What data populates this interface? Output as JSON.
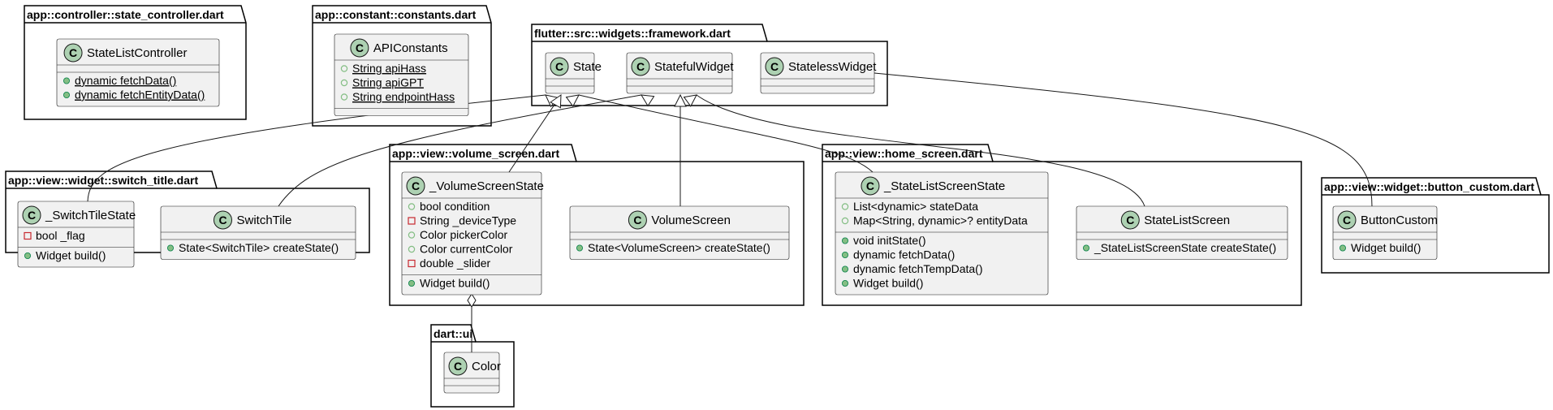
{
  "colors": {
    "class_fill": "#F1F1F1",
    "class_border": "#181818",
    "class_icon": "#ADD1B2",
    "public_marker": "#84BE84",
    "private_marker": "#C82930",
    "package_fill": "#FFFFFF"
  },
  "packages": [
    {
      "id": "pkg_state_controller",
      "label": "app::controller::state_controller.dart"
    },
    {
      "id": "pkg_constants",
      "label": "app::constant::constants.dart"
    },
    {
      "id": "pkg_framework",
      "label": "flutter::src::widgets::framework.dart"
    },
    {
      "id": "pkg_switch_title",
      "label": "app::view::widget::switch_title.dart"
    },
    {
      "id": "pkg_volume_screen",
      "label": "app::view::volume_screen.dart"
    },
    {
      "id": "pkg_home_screen",
      "label": "app::view::home_screen.dart"
    },
    {
      "id": "pkg_button_custom",
      "label": "app::view::widget::button_custom.dart"
    },
    {
      "id": "pkg_dart_ui",
      "label": "dart::ui"
    }
  ],
  "classes": [
    {
      "id": "StateListController",
      "name": "StateListController",
      "icon": "C",
      "fields": [],
      "methods": [
        {
          "vis": "public",
          "text": "dynamic fetchData()",
          "static": true
        },
        {
          "vis": "public",
          "text": "dynamic fetchEntityData()",
          "static": true
        }
      ]
    },
    {
      "id": "APIConstants",
      "name": "APIConstants",
      "icon": "C",
      "fields": [
        {
          "vis": "public",
          "text": "String apiHass",
          "static": true
        },
        {
          "vis": "public",
          "text": "String apiGPT",
          "static": true
        },
        {
          "vis": "public",
          "text": "String endpointHass",
          "static": true
        }
      ],
      "methods": []
    },
    {
      "id": "State",
      "name": "State",
      "icon": "C",
      "fields": [],
      "methods": []
    },
    {
      "id": "StatefulWidget",
      "name": "StatefulWidget",
      "icon": "C",
      "fields": [],
      "methods": []
    },
    {
      "id": "StatelessWidget",
      "name": "StatelessWidget",
      "icon": "C",
      "fields": [],
      "methods": []
    },
    {
      "id": "_SwitchTileState",
      "name": "_SwitchTileState",
      "icon": "C",
      "fields": [
        {
          "vis": "private",
          "text": "bool _flag"
        }
      ],
      "methods": [
        {
          "vis": "public",
          "text": "Widget build()"
        }
      ]
    },
    {
      "id": "SwitchTile",
      "name": "SwitchTile",
      "icon": "C",
      "fields": [],
      "methods": [
        {
          "vis": "public",
          "text": "State<SwitchTile> createState()"
        }
      ]
    },
    {
      "id": "_VolumeScreenState",
      "name": "_VolumeScreenState",
      "icon": "C",
      "fields": [
        {
          "vis": "public",
          "text": "bool condition"
        },
        {
          "vis": "private",
          "text": "String _deviceType"
        },
        {
          "vis": "public",
          "text": "Color pickerColor"
        },
        {
          "vis": "public",
          "text": "Color currentColor"
        },
        {
          "vis": "private",
          "text": "double _slider"
        }
      ],
      "methods": [
        {
          "vis": "public",
          "text": "Widget build()"
        }
      ]
    },
    {
      "id": "VolumeScreen",
      "name": "VolumeScreen",
      "icon": "C",
      "fields": [],
      "methods": [
        {
          "vis": "public",
          "text": "State<VolumeScreen> createState()"
        }
      ]
    },
    {
      "id": "_StateListScreenState",
      "name": "_StateListScreenState",
      "icon": "C",
      "fields": [
        {
          "vis": "public",
          "text": "List<dynamic> stateData"
        },
        {
          "vis": "public",
          "text": "Map<String, dynamic>? entityData"
        }
      ],
      "methods": [
        {
          "vis": "public",
          "text": "void initState()"
        },
        {
          "vis": "public",
          "text": "dynamic fetchData()"
        },
        {
          "vis": "public",
          "text": "dynamic fetchTempData()"
        },
        {
          "vis": "public",
          "text": "Widget build()"
        }
      ]
    },
    {
      "id": "StateListScreen",
      "name": "StateListScreen",
      "icon": "C",
      "fields": [],
      "methods": [
        {
          "vis": "public",
          "text": "_StateListScreenState createState()"
        }
      ]
    },
    {
      "id": "ButtonCustom",
      "name": "ButtonCustom",
      "icon": "C",
      "fields": [],
      "methods": [
        {
          "vis": "public",
          "text": "Widget build()"
        }
      ]
    },
    {
      "id": "Color",
      "name": "Color",
      "icon": "C",
      "fields": [],
      "methods": []
    }
  ],
  "relations": [
    {
      "from": "_SwitchTileState",
      "to": "State",
      "type": "extends"
    },
    {
      "from": "SwitchTile",
      "to": "StatefulWidget",
      "type": "extends"
    },
    {
      "from": "_VolumeScreenState",
      "to": "State",
      "type": "extends"
    },
    {
      "from": "VolumeScreen",
      "to": "StatefulWidget",
      "type": "extends"
    },
    {
      "from": "_StateListScreenState",
      "to": "State",
      "type": "extends"
    },
    {
      "from": "StateListScreen",
      "to": "StatefulWidget",
      "type": "extends"
    },
    {
      "from": "ButtonCustom",
      "to": "StatelessWidget",
      "type": "extends"
    },
    {
      "from": "_VolumeScreenState",
      "to": "Color",
      "type": "aggregation"
    }
  ]
}
